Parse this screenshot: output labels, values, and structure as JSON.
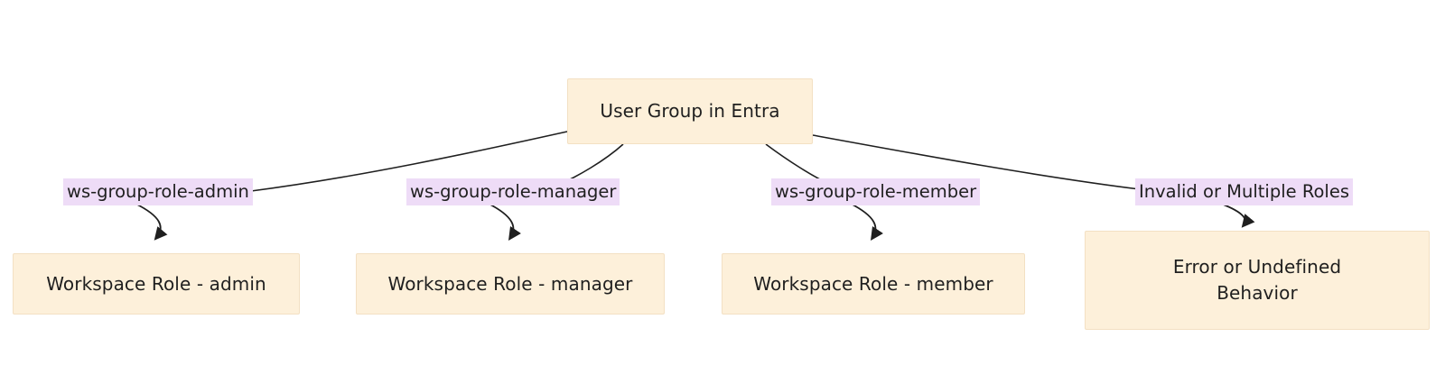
{
  "diagram": {
    "type": "flowchart",
    "title_node": {
      "id": "root",
      "label": "User Group in Entra"
    },
    "edge_labels": [
      {
        "id": "label-admin",
        "text": "ws-group-role-admin"
      },
      {
        "id": "label-manager",
        "text": "ws-group-role-manager"
      },
      {
        "id": "label-member",
        "text": "ws-group-role-member"
      },
      {
        "id": "label-invalid",
        "text": "Invalid or Multiple Roles"
      }
    ],
    "leaf_nodes": [
      {
        "id": "node-admin",
        "label": "Workspace Role - admin"
      },
      {
        "id": "node-manager",
        "label": "Workspace Role - manager"
      },
      {
        "id": "node-member",
        "label": "Workspace Role - member"
      },
      {
        "id": "node-error",
        "line1": "Error or Undefined",
        "line2": "Behavior"
      }
    ],
    "colors": {
      "node_fill": "#fdf0da",
      "node_border": "#f3e0c3",
      "label_fill": "#eedcf7",
      "edge_stroke": "#1f1f1f",
      "text": "#1f1f1f",
      "background": "#ffffff"
    }
  }
}
